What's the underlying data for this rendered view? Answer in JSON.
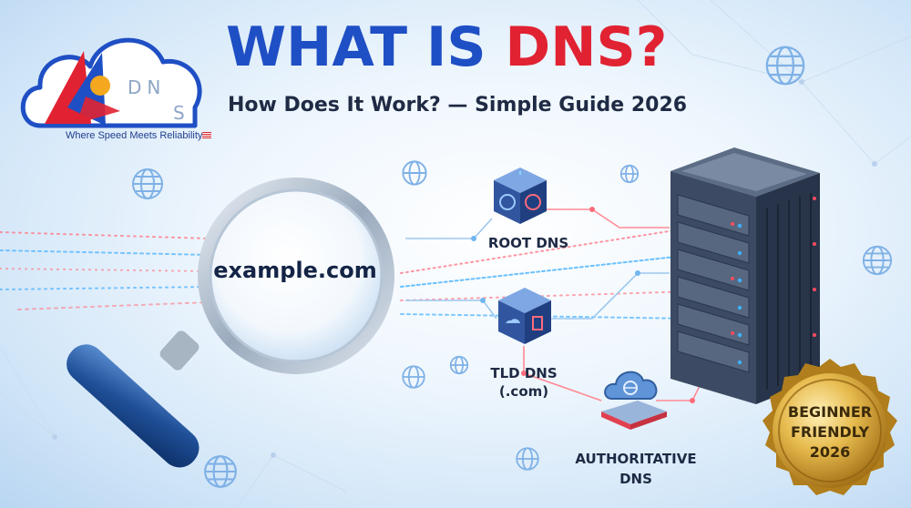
{
  "logo": {
    "dn": "DN",
    "s": "S",
    "tagline": "Where Speed Meets Reliability"
  },
  "headline": {
    "part1": "WHAT IS ",
    "part2": "DNS?",
    "subtitle": "How Does It Work? — Simple Guide 2026"
  },
  "query": "example.com",
  "nodes": {
    "root": "ROOT DNS",
    "tld_line1": "TLD DNS",
    "tld_line2": "(.com)",
    "auth_line1": "AUTHORITATIVE",
    "auth_line2": "DNS"
  },
  "badge": {
    "line1": "BEGINNER",
    "line2": "FRIENDLY",
    "line3": "2026"
  },
  "colors": {
    "headline_blue": "#1f4fc4",
    "headline_red": "#e12232",
    "badge_gold": "#d9a93a"
  },
  "icons": [
    "globe-icon",
    "magnifier-icon",
    "server-rack-icon",
    "cube-node-icon",
    "cloud-icon",
    "medal-badge-icon"
  ]
}
